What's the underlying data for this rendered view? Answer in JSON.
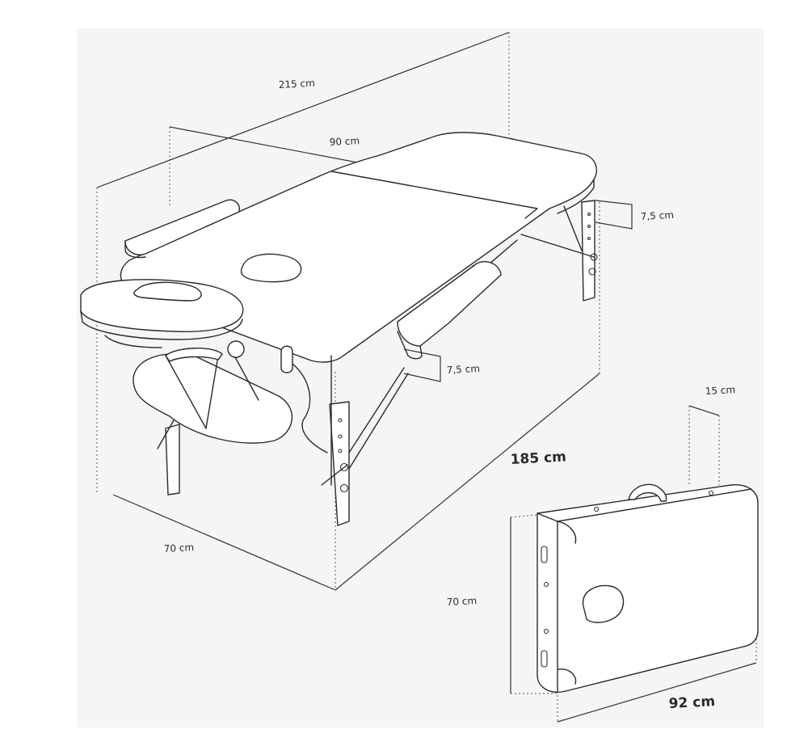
{
  "dimensions": {
    "length_215": "215 cm",
    "width_90": "90 cm",
    "height_step_top": "7,5 cm",
    "height_step_side": "7,5 cm",
    "length_185": "185 cm",
    "height_70": "70 cm",
    "case_thickness": "15 cm",
    "case_height": "70 cm",
    "case_length": "92 cm"
  }
}
